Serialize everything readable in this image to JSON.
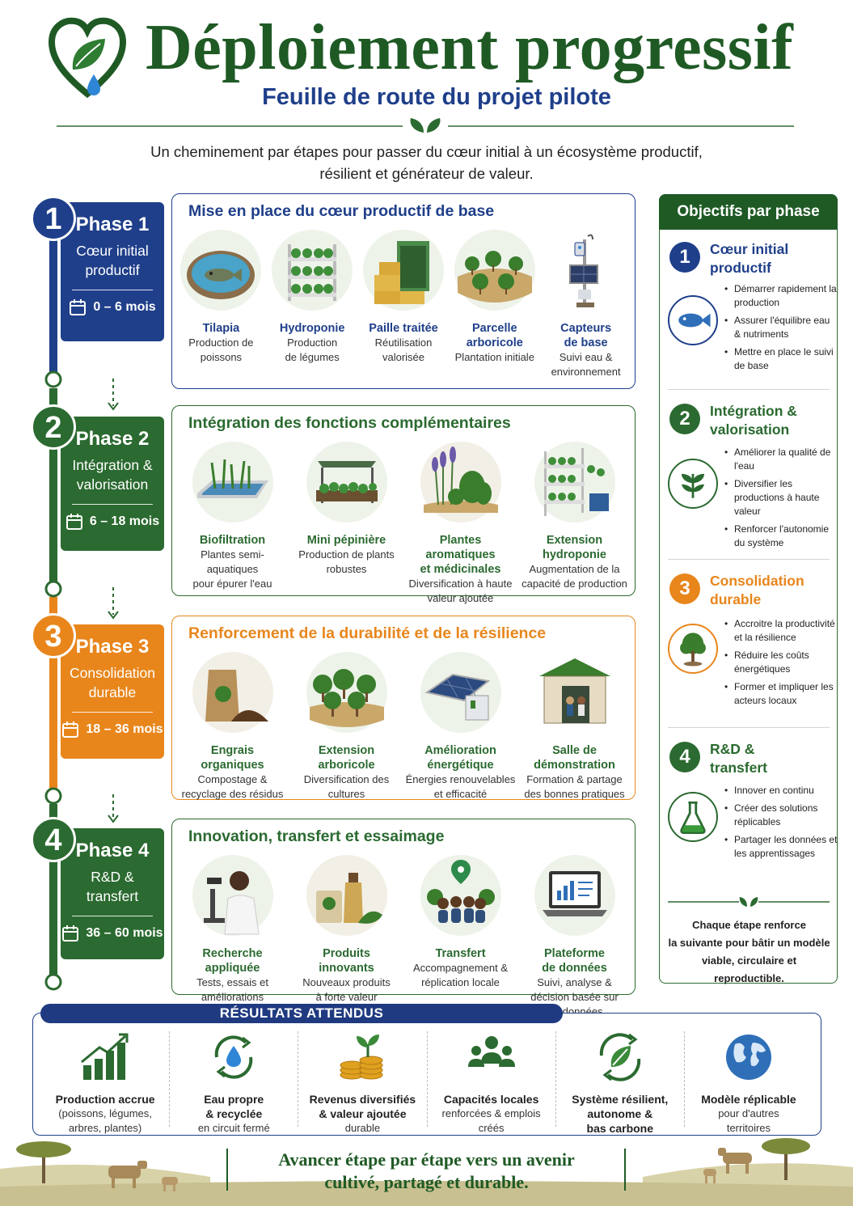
{
  "header": {
    "title": "Déploiement progressif",
    "subtitle": "Feuille de route du projet pilote",
    "intro_line1": "Un cheminement par étapes pour passer du cœur initial à un écosystème productif,",
    "intro_line2": "résilient et générateur de valeur."
  },
  "colors": {
    "blue": "#1f3f8a",
    "green": "#2b6a30",
    "orange": "#e8861c",
    "dark_green": "#1f5a25"
  },
  "phases": [
    {
      "number": "1",
      "title": "Phase 1",
      "sub1": "Cœur initial",
      "sub2": "productif",
      "duration": "0 – 6 mois",
      "heading": "Mise en place du cœur productif de base",
      "items": [
        {
          "name1": "Tilapia",
          "name2": "",
          "desc1": "Production de",
          "desc2": "poissons",
          "icon": "fish-pond-icon"
        },
        {
          "name1": "Hydroponie",
          "name2": "",
          "desc1": "Production",
          "desc2": "de légumes",
          "icon": "hydroponic-rack-icon"
        },
        {
          "name1": "Paille traitée",
          "name2": "",
          "desc1": "Réutilisation",
          "desc2": "valorisée",
          "icon": "straw-bales-icon"
        },
        {
          "name1": "Parcelle",
          "name2": "arboricole",
          "desc1": "Plantation initiale",
          "desc2": "",
          "icon": "orchard-icon"
        },
        {
          "name1": "Capteurs",
          "name2": "de base",
          "desc1": "Suivi eau &",
          "desc2": "environnement",
          "icon": "sensor-icon"
        }
      ]
    },
    {
      "number": "2",
      "title": "Phase 2",
      "sub1": "Intégration &",
      "sub2": "valorisation",
      "duration": "6 – 18 mois",
      "heading": "Intégration des fonctions complémentaires",
      "items": [
        {
          "name1": "Biofiltration",
          "name2": "",
          "desc1": "Plantes semi-aquatiques",
          "desc2": "pour épurer l'eau",
          "icon": "biofilter-icon"
        },
        {
          "name1": "Mini pépinière",
          "name2": "",
          "desc1": "Production de plants",
          "desc2": "robustes",
          "icon": "nursery-icon"
        },
        {
          "name1": "Plantes aromatiques",
          "name2": "et médicinales",
          "desc1": "Diversification à haute",
          "desc2": "valeur ajoutée",
          "icon": "herbs-icon"
        },
        {
          "name1": "Extension",
          "name2": "hydroponie",
          "desc1": "Augmentation de la",
          "desc2": "capacité de production",
          "icon": "hydroponic-extension-icon"
        }
      ]
    },
    {
      "number": "3",
      "title": "Phase 3",
      "sub1": "Consolidation",
      "sub2": "durable",
      "duration": "18 – 36 mois",
      "heading": "Renforcement de la durabilité et de la résilience",
      "items": [
        {
          "name1": "Engrais",
          "name2": "organiques",
          "desc1": "Compostage &",
          "desc2": "recyclage des résidus",
          "icon": "compost-icon"
        },
        {
          "name1": "Extension",
          "name2": "arboricole",
          "desc1": "Diversification des",
          "desc2": "cultures",
          "icon": "trees-icon"
        },
        {
          "name1": "Amélioration",
          "name2": "énergétique",
          "desc1": "Énergies renouvelables",
          "desc2": "et efficacité",
          "icon": "solar-panel-icon"
        },
        {
          "name1": "Salle de",
          "name2": "démonstration",
          "desc1": "Formation & partage",
          "desc2": "des bonnes pratiques",
          "icon": "demo-room-icon"
        }
      ]
    },
    {
      "number": "4",
      "title": "Phase 4",
      "sub1": "R&D &",
      "sub2": "transfert",
      "duration": "36 – 60 mois",
      "heading": "Innovation, transfert et essaimage",
      "items": [
        {
          "name1": "Recherche",
          "name2": "appliquée",
          "desc1": "Tests, essais et",
          "desc2": "améliorations",
          "desc3": "",
          "icon": "microscope-icon"
        },
        {
          "name1": "Produits",
          "name2": "innovants",
          "desc1": "Nouveaux produits",
          "desc2": "à forte valeur",
          "desc3": "",
          "icon": "products-icon"
        },
        {
          "name1": "Transfert",
          "name2": "",
          "desc1": "Accompagnement &",
          "desc2": "réplication locale",
          "desc3": "",
          "icon": "group-transfer-icon"
        },
        {
          "name1": "Plateforme",
          "name2": "de données",
          "desc1": "Suivi, analyse &",
          "desc2": "décision basée sur",
          "desc3": "les données",
          "icon": "laptop-data-icon"
        }
      ]
    }
  ],
  "objectives": {
    "title": "Objectifs par phase",
    "blocks": [
      {
        "number": "1",
        "title1": "Cœur initial",
        "title2": "productif",
        "icon": "fish-icon",
        "points": [
          "Démarrer rapidement la production",
          "Assurer l'équilibre eau & nutriments",
          "Mettre en place le suivi de base"
        ]
      },
      {
        "number": "2",
        "title1": "Intégration &",
        "title2": "valorisation",
        "icon": "plant-icon",
        "points": [
          "Améliorer la qualité de l'eau",
          "Diversifier les productions à haute valeur",
          "Renforcer l'autonomie du système"
        ]
      },
      {
        "number": "3",
        "title1": "Consolidation",
        "title2": "durable",
        "icon": "tree-icon",
        "points": [
          "Accroitre la productivité et la résilience",
          "Réduire les coûts énergétiques",
          "Former et impliquer les acteurs locaux"
        ]
      },
      {
        "number": "4",
        "title1": "R&D &",
        "title2": "transfert",
        "icon": "flask-icon",
        "points": [
          "Innover en continu",
          "Créer des solutions réplicables",
          "Partager les données et les apprentissages"
        ]
      }
    ],
    "footer1": "Chaque étape renforce",
    "footer2": "la suivante pour bâtir un modèle",
    "footer3": "viable, circulaire et reproductible."
  },
  "results": {
    "title": "RÉSULTATS ATTENDUS",
    "items": [
      {
        "t1": "Production accrue",
        "t2": "",
        "d1": "(poissons, légumes,",
        "d2": "arbres, plantes)",
        "icon": "growth-chart-icon"
      },
      {
        "t1": "Eau propre",
        "t2": "& recyclée",
        "d1": "en circuit fermé",
        "d2": "",
        "icon": "water-cycle-icon"
      },
      {
        "t1": "Revenus diversifiés",
        "t2": "& valeur ajoutée",
        "d1": "durable",
        "d2": "",
        "icon": "coins-icon"
      },
      {
        "t1": "Capacités locales",
        "t2": "",
        "d1": "renforcées & emplois",
        "d2": "créés",
        "icon": "people-icon"
      },
      {
        "t1": "Système résilient,",
        "t2": "autonome &",
        "d1": "bas carbone",
        "d2": "",
        "icon": "eco-cycle-icon"
      },
      {
        "t1": "Modèle réplicable",
        "t2": "",
        "d1": "pour d'autres",
        "d2": "territoires",
        "icon": "globe-icon"
      }
    ]
  },
  "closing": {
    "line1": "Avancer étape par étape vers un avenir",
    "line2": "cultivé, partagé et durable."
  }
}
